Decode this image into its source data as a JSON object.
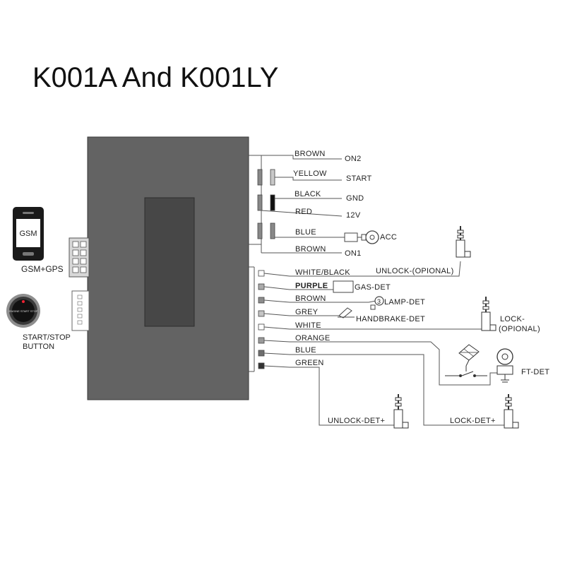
{
  "title": "K001A And K001LY",
  "gsm": {
    "phone_label": "GSM",
    "module_label": "GSM+GPS"
  },
  "start_button": {
    "face_text": "ENGINE START STOP",
    "label_line1": "START/STOP",
    "label_line2": "BUTTON"
  },
  "top_connector": [
    {
      "wire": "BROWN",
      "function": "ON2"
    },
    {
      "wire": "YELLOW",
      "function": "START"
    },
    {
      "wire": "BLACK",
      "function": "GND"
    },
    {
      "wire": "RED",
      "function": "12V"
    },
    {
      "wire": "BLUE",
      "function": "ACC"
    },
    {
      "wire": "BROWN",
      "function": "ON1"
    }
  ],
  "bottom_connector": [
    {
      "wire": "WHITE/BLACK",
      "function": "UNLOCK-(OPIONAL)"
    },
    {
      "wire": "PURPLE",
      "function": "GAS-DET"
    },
    {
      "wire": "BROWN",
      "function": "LAMP-DET"
    },
    {
      "wire": "GREY",
      "function": "HANDBRAKE-DET"
    },
    {
      "wire": "WHITE",
      "function": "LOCK-",
      "function_line2": "(OPIONAL)"
    },
    {
      "wire": "ORANGE",
      "function": ""
    },
    {
      "wire": "BLUE",
      "function": "FT-DET"
    },
    {
      "wire": "GREEN",
      "function": ""
    }
  ],
  "bottom_devices": {
    "unlock_det": "UNLOCK-DET+",
    "lock_det": "LOCK-DET+"
  },
  "colors": {
    "control_box": "#636363",
    "display": "#474747",
    "wire": "#555555"
  }
}
